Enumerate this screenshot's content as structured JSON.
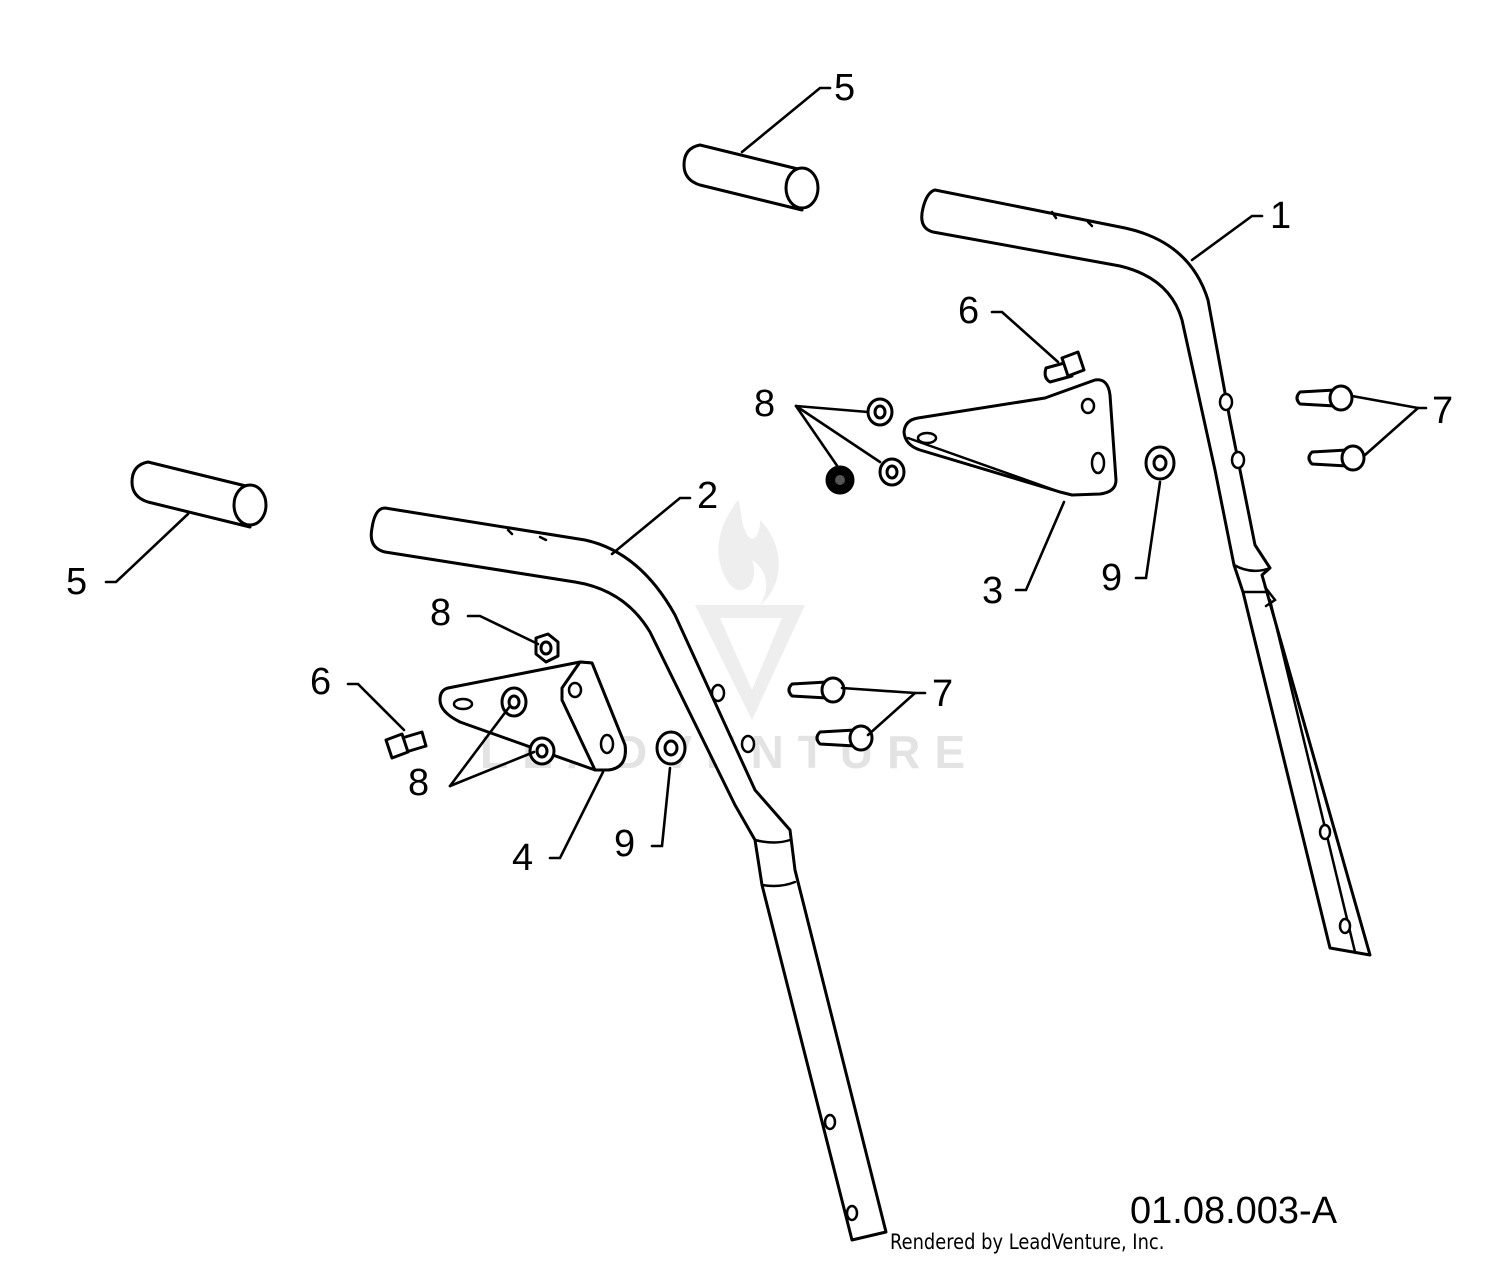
{
  "diagram": {
    "id": "01.08.003-A",
    "credit": "Rendered by LeadVenture, Inc.",
    "watermark": "LEADVENTURE",
    "callouts": {
      "c1": "1",
      "c2": "2",
      "c3": "3",
      "c4": "4",
      "c5_top": "5",
      "c5_left": "5",
      "c6_top": "6",
      "c6_left": "6",
      "c7_right": "7",
      "c7_mid": "7",
      "c8_top": "8",
      "c8_mid": "8",
      "c8_bottom": "8",
      "c9_right": "9",
      "c9_left": "9"
    }
  }
}
